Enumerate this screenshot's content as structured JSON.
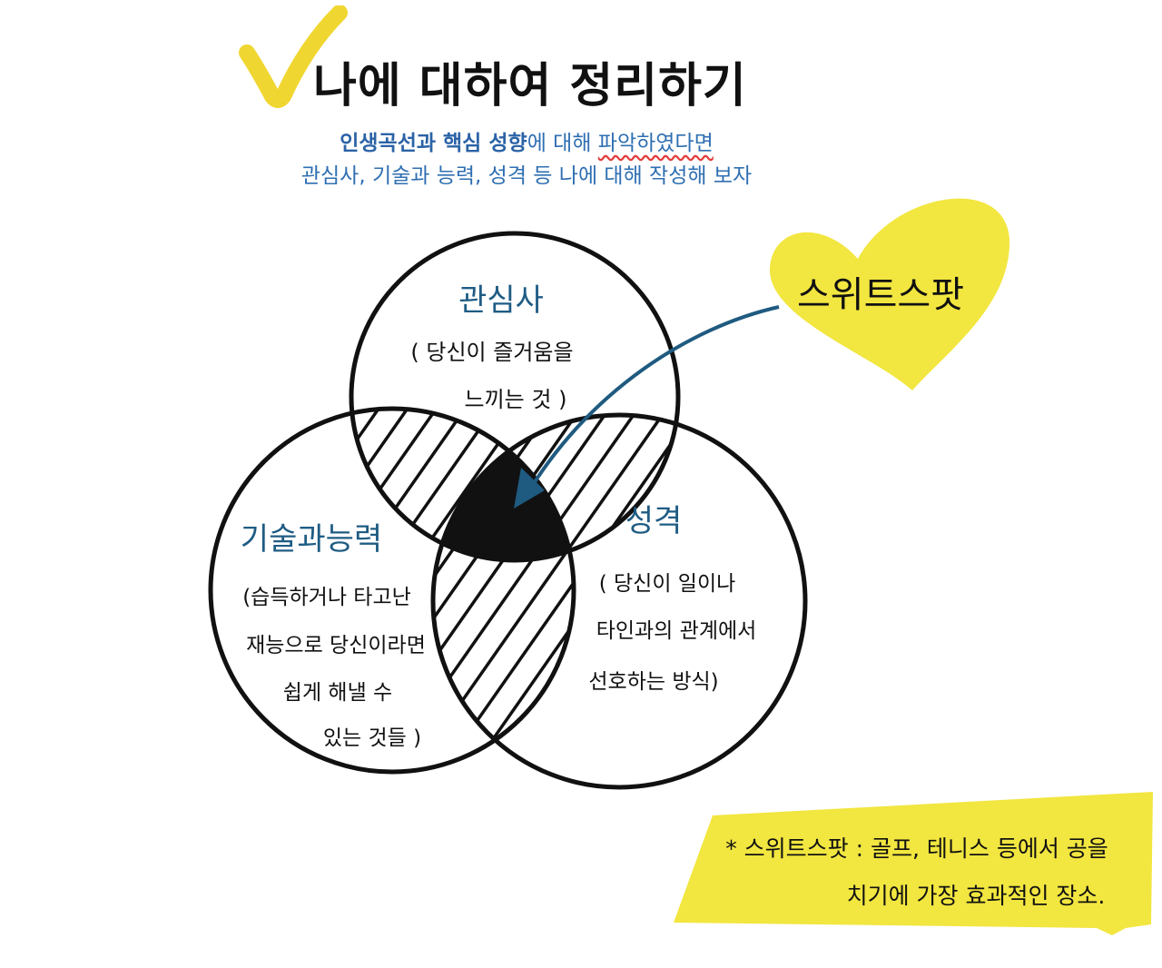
{
  "title": "나에 대하여 정리하기",
  "subtitle": {
    "line1_bold": "인생곡선과 핵심 성향",
    "line1_rest_a": "에 대해 ",
    "line1_rest_b": "파악하였다면",
    "line2": "관심사, 기술과 능력, 성격 등 나에 대해 작성해 보자"
  },
  "circles": {
    "interest": {
      "title": "관심사",
      "desc_1": "( 당신이 즐거움을",
      "desc_2": "느끼는 것 )"
    },
    "skills": {
      "title": "기술과능력",
      "desc_1": "(습득하거나 타고난",
      "desc_2": "재능으로 당신이라면",
      "desc_3": "쉽게 해낼 수",
      "desc_4": "있는 것들 )"
    },
    "personality": {
      "title": "성격",
      "desc_1": "( 당신이 일이나",
      "desc_2": "타인과의 관계에서",
      "desc_3": "선호하는 방식)"
    }
  },
  "heart_label": "스위트스팟",
  "footnote": {
    "line1": "* 스위트스팟 : 골프, 테니스 등에서 공을",
    "line2": "치기에 가장 효과적인 장소."
  },
  "colors": {
    "accent_yellow": "#f2e640",
    "check_yellow": "#f0d630",
    "subtitle_blue": "#2f6fb2",
    "circle_title_blue": "#1f5c84",
    "arrow_blue": "#1f5a80",
    "ink": "#111111"
  }
}
